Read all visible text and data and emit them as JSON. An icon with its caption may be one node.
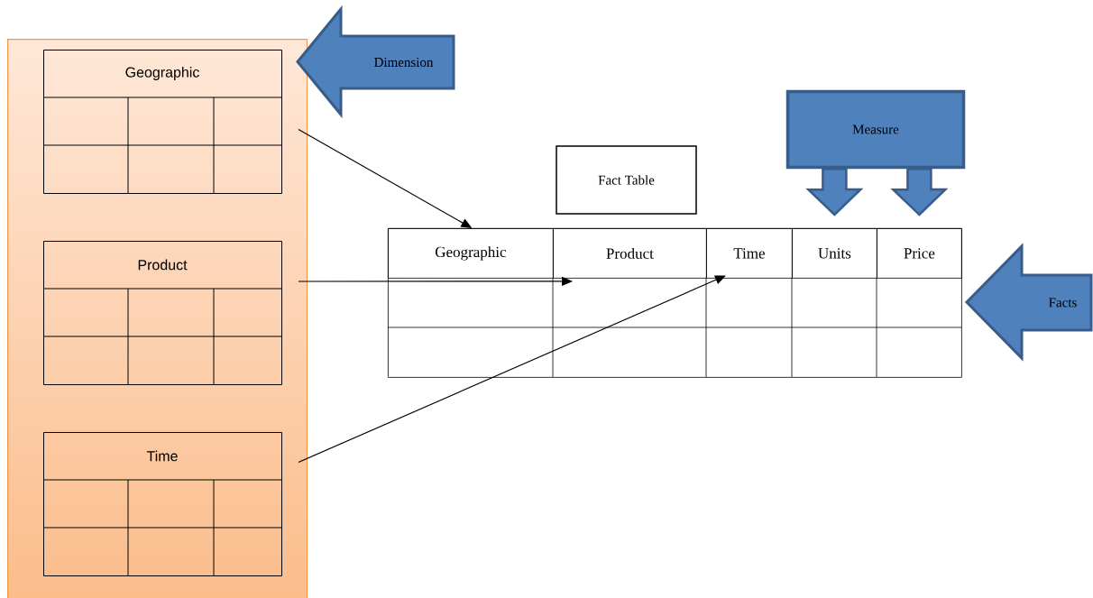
{
  "diagram": {
    "nodes": [
      {
        "text": [],
        "shape": "box"
      },
      {
        "text": [
          "Geographic"
        ],
        "in": 0
      },
      {
        "text": [
          "Product"
        ],
        "in": 0
      },
      {
        "text": [
          "Time"
        ],
        "in": 0
      },
      {
        "text": [
          "Dimension"
        ]
      },
      {
        "text": [
          "Fact Table"
        ]
      },
      {
        "text": [
          "Measure"
        ]
      },
      {
        "text": [],
        "shape": "box"
      },
      {
        "text": [
          "Geographic"
        ],
        "in": 7
      },
      {
        "text": [
          "Product"
        ],
        "in": 7
      },
      {
        "text": [
          "Time"
        ],
        "in": 7
      },
      {
        "text": [
          "Units"
        ],
        "in": 7
      },
      {
        "text": [
          "Price"
        ],
        "in": 7
      },
      {
        "text": [
          "Facts"
        ]
      }
    ],
    "edges": [
      {
        "from": 1,
        "to": 8,
        "arrow": "to"
      },
      {
        "from": 2,
        "to": 9,
        "arrow": "to"
      },
      {
        "from": 3,
        "to": 10,
        "arrow": "to"
      },
      {
        "from": 6,
        "to": 11,
        "arrow": "to",
        "style": "thick",
        "color": "#4f81bd"
      },
      {
        "from": 6,
        "to": 12,
        "arrow": "to",
        "style": "thick",
        "color": "#4f81bd"
      }
    ]
  }
}
